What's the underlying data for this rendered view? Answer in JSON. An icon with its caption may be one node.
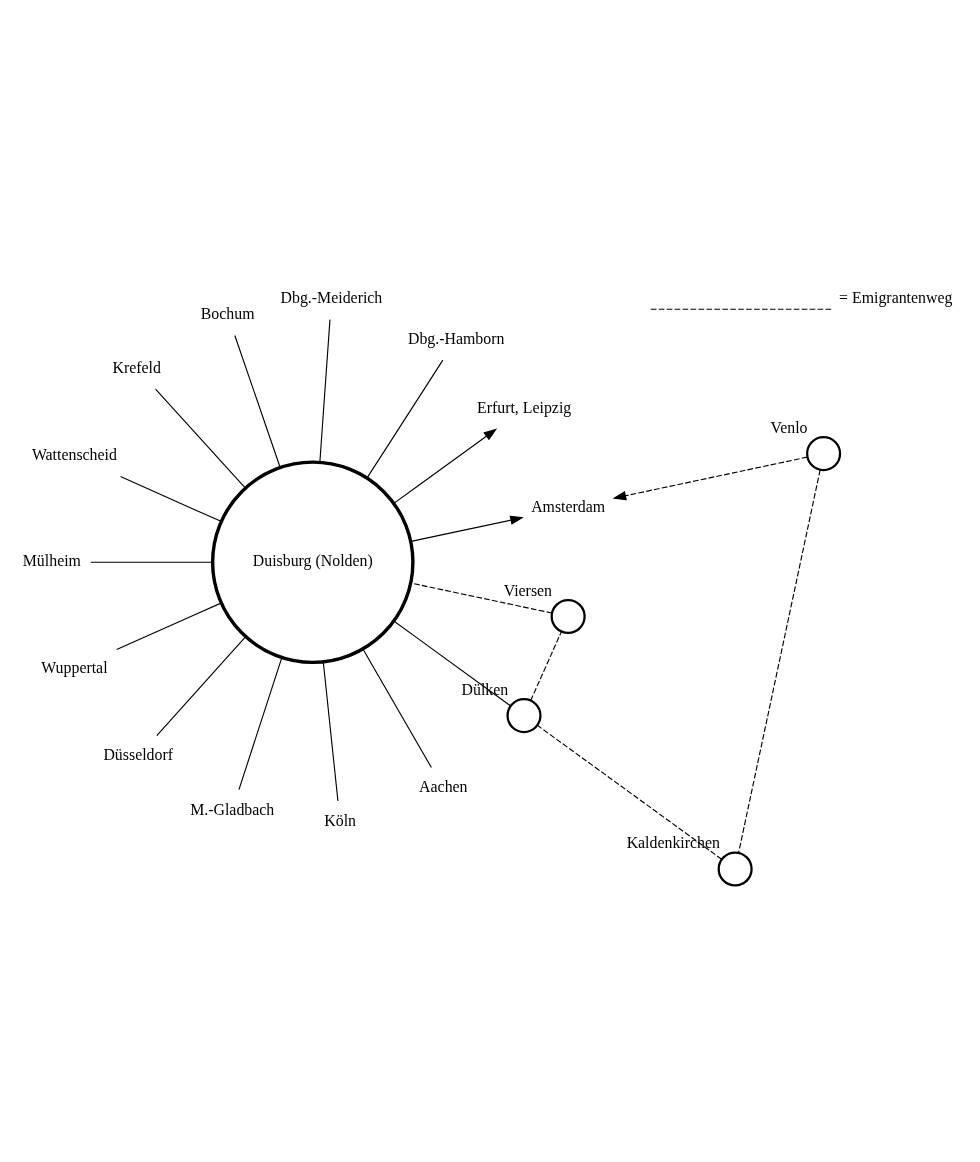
{
  "diagram": {
    "nodes": [
      {
        "text": [
          "Duisburg (Nolden)"
        ]
      },
      {
        "text": [
          "Amsterdam"
        ]
      },
      {
        "text": [
          "Erfurt, Leipzig"
        ]
      },
      {
        "text": [
          "Dbg.-Hamborn"
        ]
      },
      {
        "text": [
          "Dbg.-Meiderich"
        ]
      },
      {
        "text": [
          "Bochum"
        ]
      },
      {
        "text": [],
        "shape": "circle",
        "beside": [
          "Venlo"
        ]
      },
      {
        "text": [],
        "shape": "circle",
        "beside": [
          "Kaldenkirchen"
        ]
      },
      {
        "text": [
          "Krefeld"
        ]
      },
      {
        "text": [
          "Wattenscheid"
        ]
      },
      {
        "text": [
          "Mülheim"
        ]
      },
      {
        "text": [],
        "shape": "circle",
        "beside": [
          "Dülken"
        ]
      },
      {
        "text": [],
        "shape": "circle",
        "beside": [
          "Viersen"
        ]
      },
      {
        "text": [
          "Wuppertal"
        ]
      },
      {
        "text": [
          "Düsseldorf"
        ]
      },
      {
        "text": [
          "M.-Gladbach"
        ]
      },
      {
        "text": [
          "Köln"
        ]
      },
      {
        "text": [
          "Aachen"
        ]
      }
    ],
    "edges": [
      {
        "from": 0,
        "to": 1,
        "arrow": "to"
      },
      {
        "from": 6,
        "to": 1,
        "arrow": "to",
        "style": "dashed"
      },
      {
        "from": 0,
        "to": 2,
        "arrow": "to"
      },
      {
        "from": 0,
        "to": 3,
        "arrow": "none"
      },
      {
        "from": 0,
        "to": 4,
        "arrow": "none"
      },
      {
        "from": 0,
        "to": 5,
        "arrow": "none"
      },
      {
        "from": 0,
        "to": 8,
        "arrow": "none"
      },
      {
        "from": 0,
        "to": 9,
        "arrow": "none"
      },
      {
        "from": 0,
        "to": 10,
        "arrow": "none"
      },
      {
        "from": 0,
        "to": 13,
        "arrow": "none"
      },
      {
        "from": 0,
        "to": 14,
        "arrow": "none"
      },
      {
        "from": 0,
        "to": 15,
        "arrow": "none"
      },
      {
        "from": 0,
        "to": 16,
        "arrow": "none"
      },
      {
        "from": 0,
        "to": 17,
        "arrow": "none"
      },
      {
        "from": 6,
        "to": 7,
        "arrow": "none",
        "style": "dashed"
      },
      {
        "from": 7,
        "to": 11,
        "arrow": "none",
        "style": "dashed"
      },
      {
        "from": 11,
        "to": 12,
        "arrow": "none",
        "style": "dashed"
      },
      {
        "from": 11,
        "to": 0,
        "arrow": "none"
      },
      {
        "from": 12,
        "to": 0,
        "arrow": "none",
        "style": "dashed"
      }
    ],
    "legend": [
      {
        "text": "= Emigrantenweg"
      }
    ]
  }
}
